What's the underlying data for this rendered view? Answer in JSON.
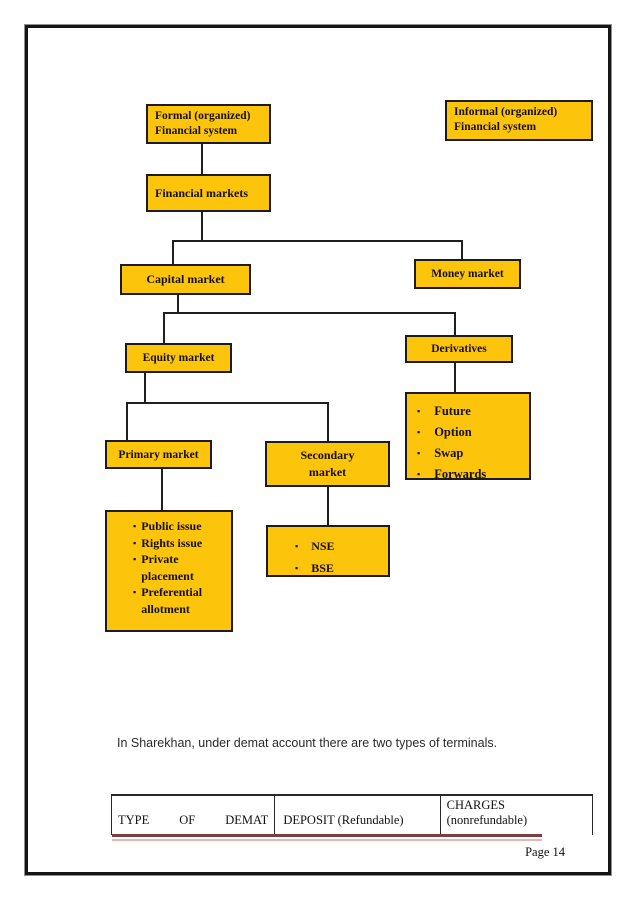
{
  "icons": {
    "square_bullet": "▪"
  },
  "colors": {
    "box_fill": "#FCC40A",
    "box_border": "#1c1c1c",
    "connector": "#1f1f1f",
    "footer_rule_dark": "#7c3e3e",
    "footer_rule_light": "#e3b6b6",
    "page_frame": "#151515"
  },
  "flowchart": {
    "formal_box": "Formal (organized)\nFinancial system",
    "informal_box": "Informal (organized)\nFinancial system",
    "financial_markets_box": "Financial markets",
    "capital_market_box": "Capital market",
    "money_market_box": "Money market",
    "equity_market_box": "Equity market",
    "derivatives_box": "Derivatives",
    "primary_market_box": "Primary market",
    "secondary_market_box": "Secondary\nmarket",
    "derivative_types": [
      "Future",
      "Option",
      "Swap",
      "Forwards"
    ],
    "primary_issue_types": [
      "Public issue",
      "Rights issue",
      "Private placement",
      "Preferential allotment"
    ],
    "exchanges": [
      "NSE",
      "BSE"
    ]
  },
  "body_text": {
    "sharekhan_note": "In Sharekhan, under demat account there are two types of terminals."
  },
  "table": {
    "col1_words": [
      "TYPE",
      "OF",
      "DEMAT"
    ],
    "col2_header": "DEPOSIT (Refundable)",
    "col3_header": "CHARGES (nonrefundable)"
  },
  "footer": {
    "page_label": "Page 14"
  }
}
